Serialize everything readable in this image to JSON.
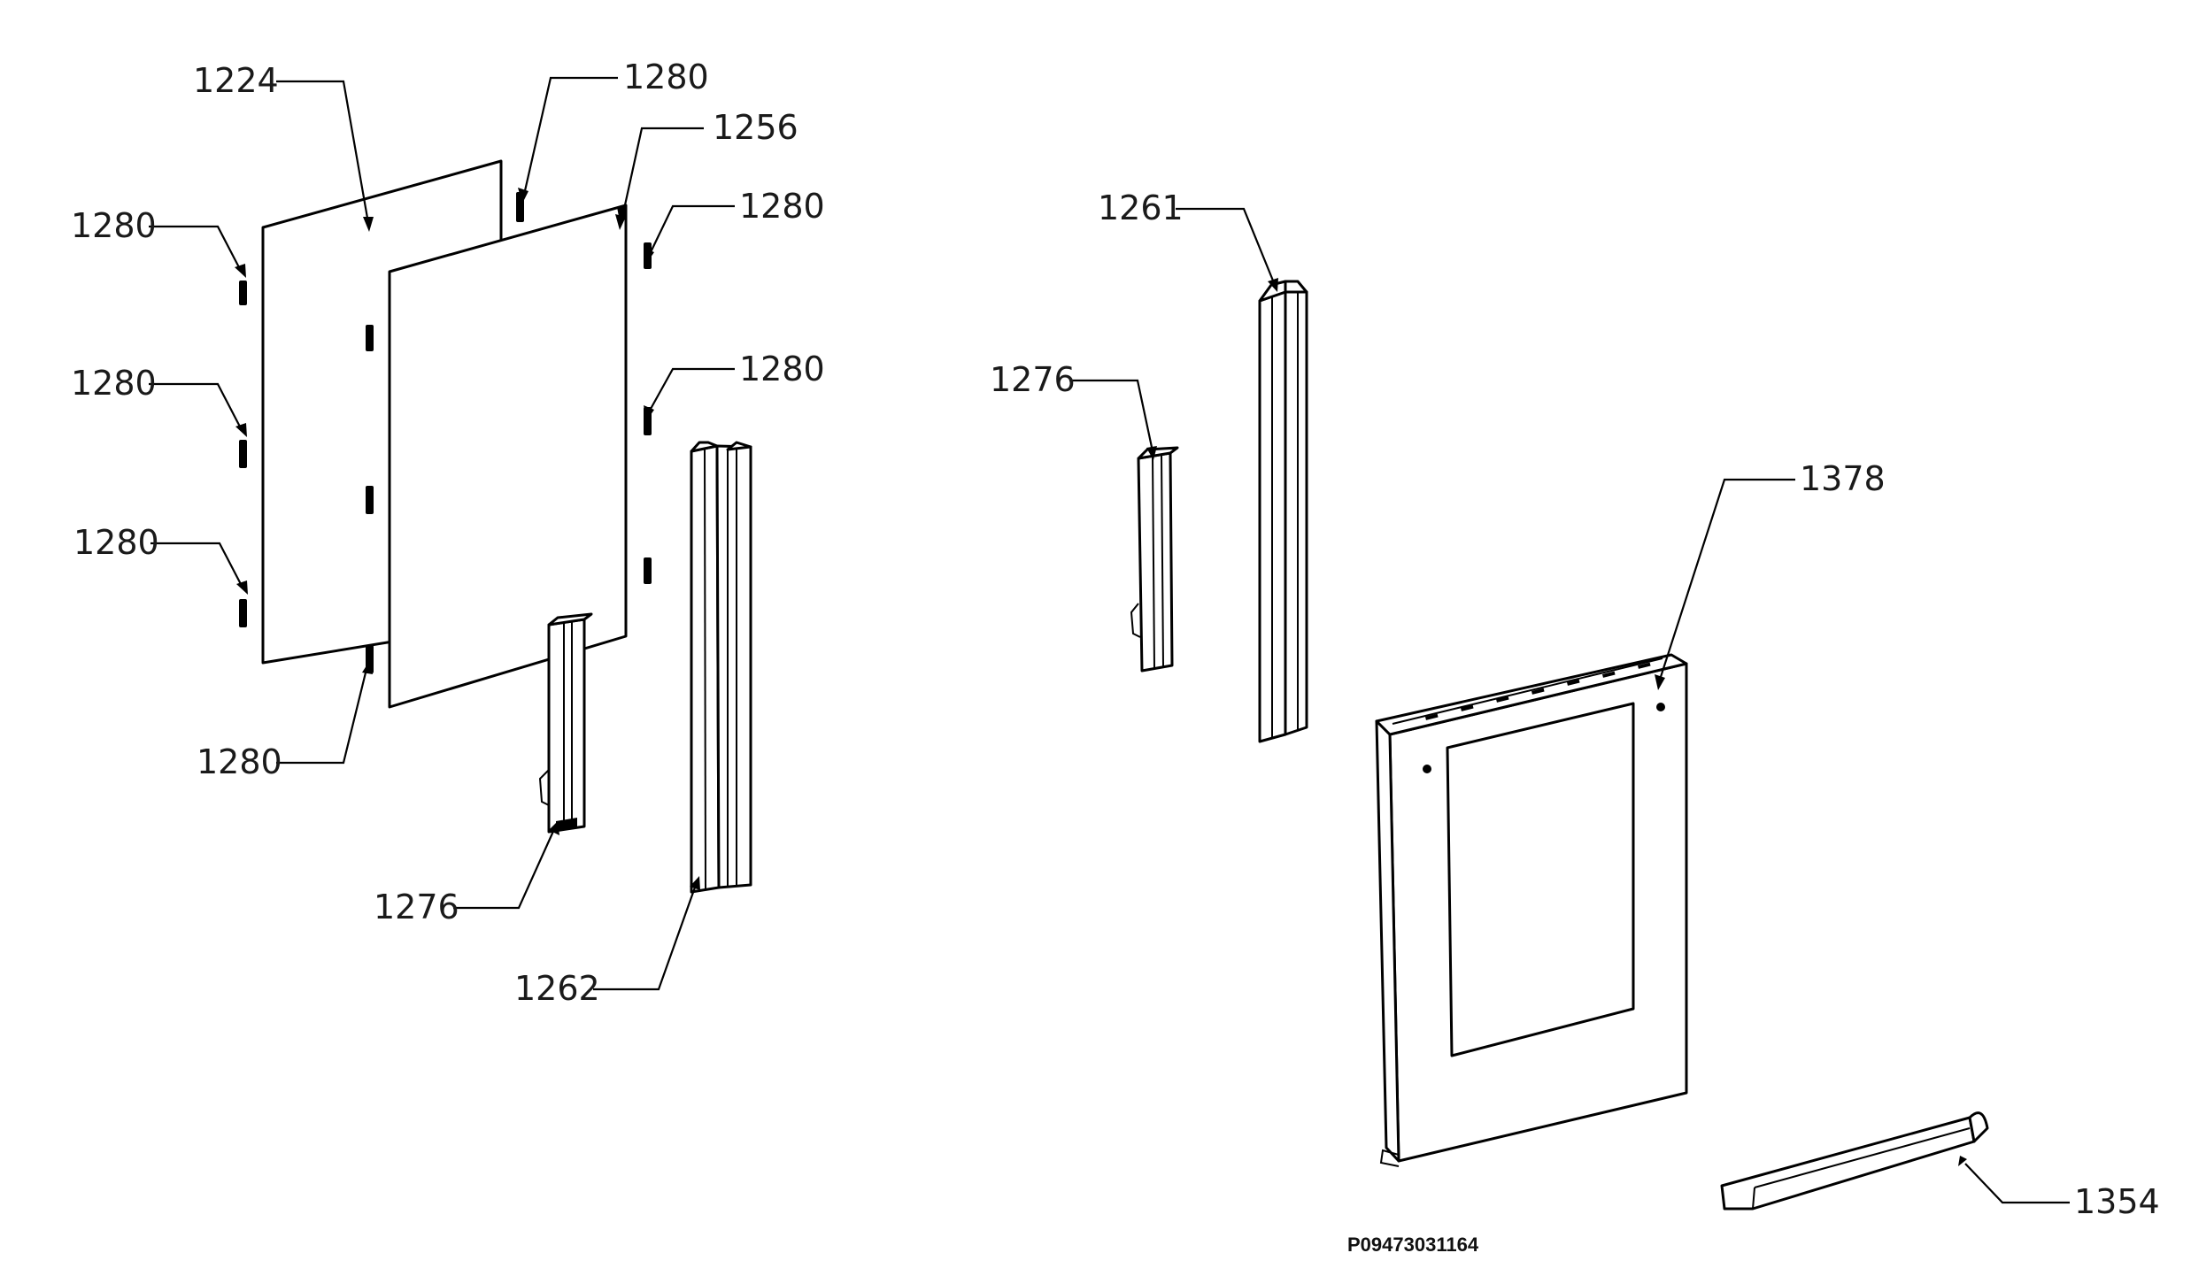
{
  "diagram": {
    "drawing_code": "P09473031164",
    "labels": {
      "l1224": "1224",
      "l1280_top": "1280",
      "l1256": "1256",
      "l1280_right_upper": "1280",
      "l1280_left_1": "1280",
      "l1280_left_2": "1280",
      "l1280_right_lower": "1280",
      "l1280_left_3": "1280",
      "l1280_bottom": "1280",
      "l1276_left": "1276",
      "l1262": "1262",
      "l1261": "1261",
      "l1276_right": "1276",
      "l1378": "1378",
      "l1354": "1354"
    }
  }
}
